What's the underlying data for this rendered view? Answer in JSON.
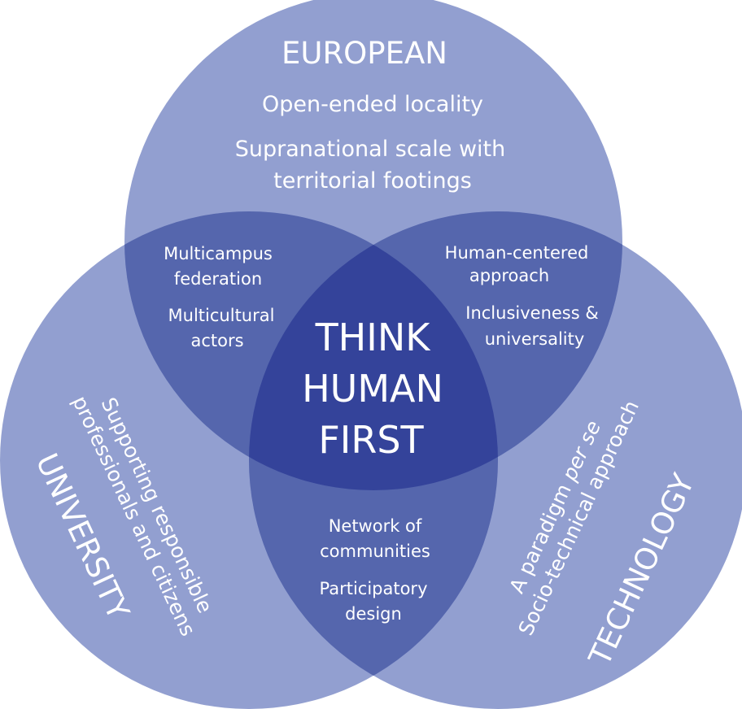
{
  "colors": {
    "circle": "#6e7fc0",
    "pair_overlap": "#5566ad",
    "center_overlap": "#34439a",
    "text": "#ffffff"
  },
  "circles": {
    "top": {
      "title": "EUROPEAN",
      "lines": [
        "Open-ended locality",
        "Supranational scale with",
        "territorial footings"
      ]
    },
    "left": {
      "title": "UNIVERSITY",
      "lines": [
        "Supporting responsible",
        "professionals and citizens"
      ]
    },
    "right": {
      "title": "TECHNOLOGY",
      "line1_prefix": "A paradigm ",
      "line1_italic": "per se",
      "line2": "Socio-technical approach"
    }
  },
  "overlaps": {
    "top_left": [
      "Multicampus",
      "federation",
      "Multicultural",
      "actors"
    ],
    "top_right": [
      "Human-centered",
      "approach",
      "Inclusiveness &",
      "universality"
    ],
    "bottom": [
      "Network of",
      "communities",
      "Participatory",
      "design"
    ]
  },
  "center": {
    "lines": [
      "THINK",
      "HUMAN",
      "FIRST"
    ]
  }
}
